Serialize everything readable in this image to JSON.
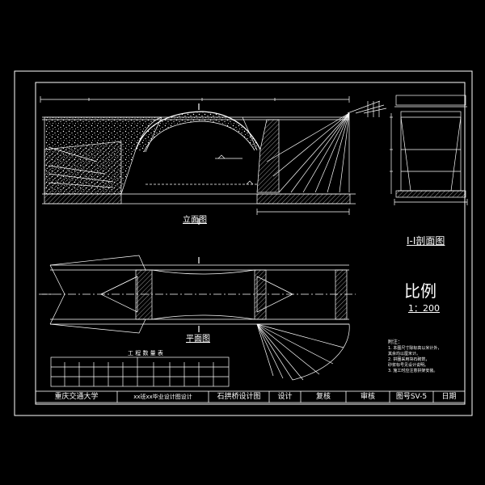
{
  "drawing": {
    "elevation_title": "立面图",
    "section_title": "Ⅰ-Ⅰ剖面图",
    "plan_title": "平面图",
    "scale_title": "比例",
    "scale_value": "1：200",
    "table_title": "工 程 数 量 表",
    "notes_title": "附注：",
    "notes": [
      "1. 本图尺寸除标高以米计外，",
      "   其余均以厘米计。",
      "2. 拱圈采用块石砌筑，",
      "   砂浆标号见设计说明。",
      "3. 施工时应注意拱架安装。"
    ]
  },
  "title_block": {
    "school": "重庆交通大学",
    "course": "xx班xx毕业设计图设计",
    "drawing_name": "石拱桥设计图",
    "design": "设计",
    "review": "复核",
    "check": "审核",
    "drawing_no": "图号SV-5",
    "date": "日期"
  },
  "colors": {
    "background": "#000000",
    "line": "#ffffff",
    "text": "#ffffff"
  }
}
